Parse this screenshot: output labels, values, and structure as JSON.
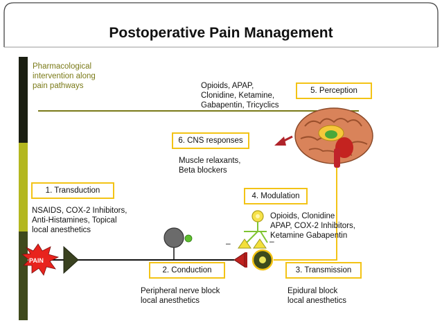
{
  "title": "Postoperative Pain Management",
  "header_text": [
    "Pharmacological",
    "intervention along",
    "pain pathways"
  ],
  "perception": {
    "label": "5. Perception",
    "drugs": [
      "Opioids, APAP,",
      "Clonidine, Ketamine,",
      "Gabapentin, Tricyclics"
    ]
  },
  "cns": {
    "label": "6. CNS responses",
    "drugs": [
      "Muscle relaxants,",
      "Beta blockers"
    ]
  },
  "transduction": {
    "label": "1. Transduction",
    "drugs": [
      "NSAIDS, COX-2 Inhibitors,",
      "Anti-Histamines, Topical",
      "local anesthetics"
    ]
  },
  "modulation": {
    "label": "4. Modulation",
    "drugs": [
      "Opioids, Clonidine",
      "APAP, COX-2 Inhibitors,",
      "Ketamine Gabapentin"
    ]
  },
  "conduction": {
    "label": "2. Conduction",
    "drugs": [
      "Peripheral nerve block",
      "local anesthetics"
    ]
  },
  "transmission": {
    "label": "3. Transmission",
    "drugs": [
      "Epidural block",
      "local anesthetics"
    ]
  },
  "pain_label": "PAIN",
  "minus_sign": "–",
  "colors": {
    "box_border": "#f3c315",
    "olive": "#7a7a18",
    "bar_top": "#1b1f12",
    "bar_mid": "#b3b71f",
    "bar_bottom": "#3f4a1d",
    "pain_burst": "#e8231d",
    "green_dot": "#5fbf2e",
    "arrow": "#b0232a"
  }
}
